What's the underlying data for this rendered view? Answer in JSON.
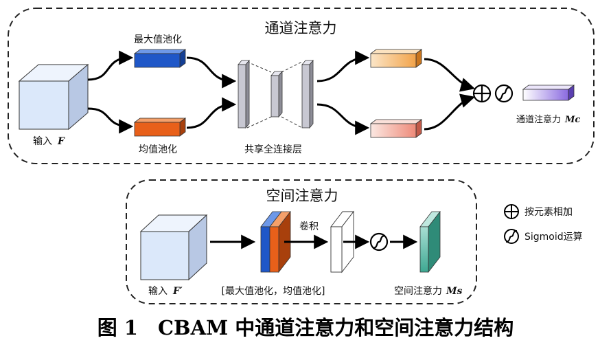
{
  "channel_attention": {
    "title": "通道注意力",
    "input_label": "输入",
    "input_symbol": "F",
    "max_pool_label": "最大值池化",
    "avg_pool_label": "均值池化",
    "shared_fc_label": "共享全连接层",
    "output_label": "通道注意力",
    "output_symbol": "Mc"
  },
  "spatial_attention": {
    "title": "空间注意力",
    "input_label": "输入",
    "input_symbol": "F′",
    "pool_label": "[最大值池化，均值池化]",
    "conv_label": "卷积",
    "output_label": "空间注意力",
    "output_symbol": "Ms"
  },
  "legend": {
    "add_label": "按元素相加",
    "sigmoid_label": "Sigmoid运算"
  },
  "caption": "图 1　CBAM 中通道注意力和空间注意力结构",
  "colors": {
    "max_pool": "#1f57c8",
    "avg_pool": "#e8601a",
    "input_cube": "#dbe8fa",
    "output_spatial": "#4fb7a3"
  }
}
